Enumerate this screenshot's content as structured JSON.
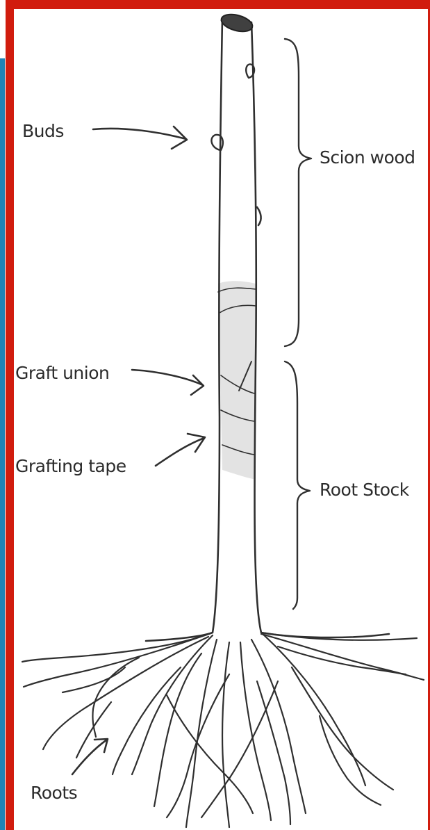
{
  "colors": {
    "frame_accent": "#d11c0e",
    "left_strip": "#1f84b8",
    "ink": "#2f2f2f",
    "tape_fill": "#e3e3e3",
    "background": "#ffffff"
  },
  "labels": {
    "buds": "Buds",
    "scion_wood": "Scion wood",
    "graft_union": "Graft union",
    "grafting_tape": "Grafting tape",
    "root_stock": "Root Stock",
    "roots": "Roots"
  }
}
